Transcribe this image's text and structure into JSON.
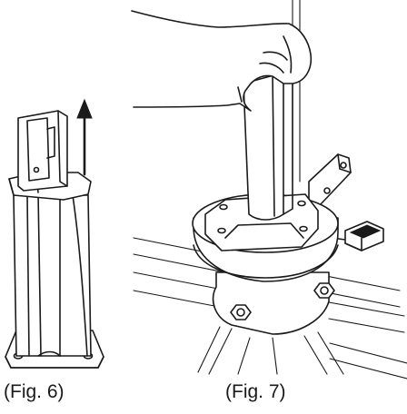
{
  "figures": [
    {
      "caption": "(Fig. 6)",
      "icon": "mounting-post-lift-arrow"
    },
    {
      "caption": "(Fig. 7)",
      "icon": "hand-inserting-post-into-base"
    }
  ]
}
